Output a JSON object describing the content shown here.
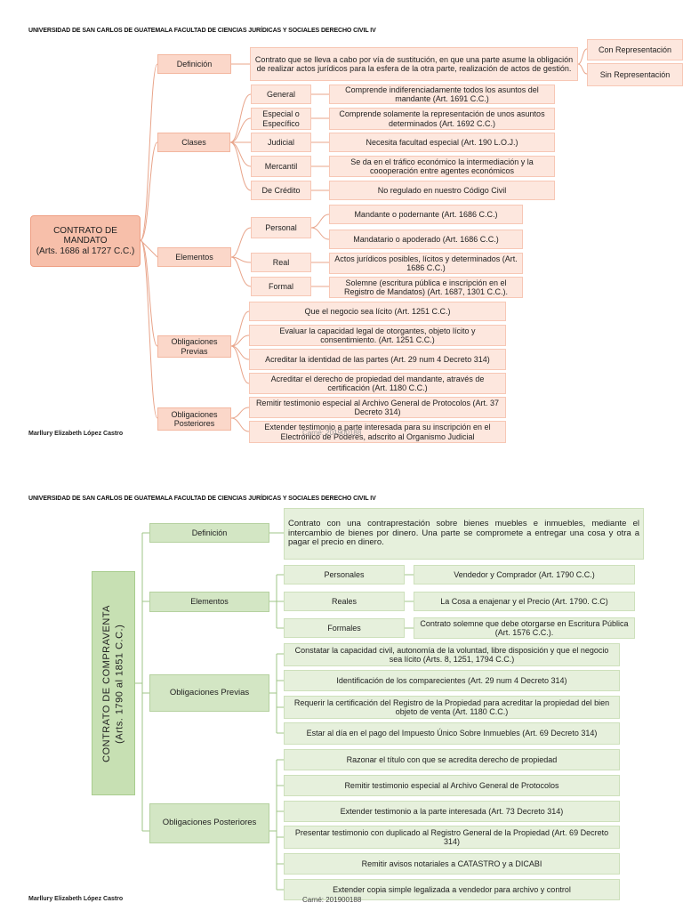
{
  "header_text": "UNIVERSIDAD DE SAN CARLOS DE GUATEMALA FACULTAD DE CIENCIAS JURÍDICAS Y SOCIALES DERECHO CIVIL IV",
  "author": "Marllury Elizabeth López Castro",
  "carne": "Carné: 201900188",
  "colors": {
    "salmon": "#fbd7c9",
    "salmon_line": "#e8a48a",
    "green": "#d3e6c4",
    "green_line": "#9fc487"
  },
  "mandato": {
    "root_title": "CONTRATO DE MANDATO",
    "root_subtitle": "(Arts. 1686 al 1727 C.C.)",
    "definicion": {
      "label": "Definición",
      "text": "Contrato que se lleva a cabo por vía de sustitución, en que una parte asume la obligación de realizar actos jurídicos para la esfera de la otra parte, realización de actos de gestión.",
      "tipos": [
        "Con Representación",
        "Sin Representación"
      ]
    },
    "clases": {
      "label": "Clases",
      "items": [
        {
          "name": "General",
          "desc": "Comprende indiferenciadamente todos los asuntos del mandante (Art. 1691 C.C.)"
        },
        {
          "name": "Especial o Específico",
          "desc": "Comprende solamente la representación de unos asuntos determinados (Art. 1692 C.C.)"
        },
        {
          "name": "Judicial",
          "desc": "Necesita facultad especial (Art. 190 L.O.J.)"
        },
        {
          "name": "Mercantil",
          "desc": "Se da en el tráfico económico la intermediación y la coooperación entre agentes económicos"
        },
        {
          "name": "De Crédito",
          "desc": "No regulado en nuestro Código Civil"
        }
      ]
    },
    "elementos": {
      "label": "Elementos",
      "personal": {
        "name": "Personal",
        "descs": [
          "Mandante o podernante (Art. 1686 C.C.)",
          "Mandatario o apoderado (Art. 1686 C.C.)"
        ]
      },
      "real": {
        "name": "Real",
        "desc": "Actos jurídicos posibles, lícitos y determinados (Art. 1686 C.C.)"
      },
      "formal": {
        "name": "Formal",
        "desc": "Solemne (escritura pública e inscripción en el Registro de Mandatos) (Art. 1687, 1301 C.C.)."
      }
    },
    "obligaciones_previas": {
      "label": "Obligaciones Previas",
      "items": [
        "Que el negocio sea lícito (Art. 1251 C.C.)",
        "Evaluar la capacidad legal de otorgantes, objeto lícito y consentimiento. (Art. 1251 C.C.)",
        "Acreditar la identidad de las partes (Art. 29 num 4 Decreto 314)",
        "Acreditar el derecho de propiedad del mandante, através de certificación (Art. 1180 C.C.)"
      ]
    },
    "obligaciones_posteriores": {
      "label": "Obligaciones Posteriores",
      "items": [
        "Remitir testimonio especial al Archivo General de Protocolos (Art. 37 Decreto 314)",
        "Extender testimonio a parte interesada para su inscripción en el Electrónico de Poderes, adscrito al Organismo Judicial"
      ]
    }
  },
  "compraventa": {
    "root_title": "CONTRATO DE COMPRAVENTA",
    "root_subtitle": "(Arts. 1790 al 1851 C.C.)",
    "definicion": {
      "label": "Definición",
      "text": "Contrato con una contraprestación sobre bienes muebles e inmuebles, mediante el intercambio de bienes por dinero. Una parte se compromete a entregar una cosa y otra a pagar el precio en dinero."
    },
    "elementos": {
      "label": "Elementos",
      "items": [
        {
          "name": "Personales",
          "desc": "Vendedor y Comprador (Art. 1790 C.C.)"
        },
        {
          "name": "Reales",
          "desc": "La Cosa a enajenar y el Precio (Art. 1790. C.C)"
        },
        {
          "name": "Formales",
          "desc": "Contrato solemne que debe otorgarse en Escritura Pública (Art. 1576 C.C.)."
        }
      ]
    },
    "obligaciones_previas": {
      "label": "Obligaciones Previas",
      "items": [
        "Constatar la capacidad civil, autonomía de la voluntad, libre disposición y que el negocio sea lícito (Arts. 8, 1251, 1794 C.C.)",
        "Identificación de los comparecientes (Art. 29 num 4 Decreto 314)",
        "Requerir la certificación del Registro de la Propiedad para acreditar la propiedad del bien objeto de venta (Art. 1180 C.C.)",
        "Estar al día en el pago del Impuesto Único Sobre Inmuebles (Art. 69 Decreto 314)"
      ]
    },
    "obligaciones_posteriores": {
      "label": "Obligaciones Posteriores",
      "items": [
        "Razonar el título con que se acredita derecho de propiedad",
        "Remitir testimonio especial al Archivo General de Protocolos",
        "Extender testimonio a la parte interesada (Art. 73 Decreto 314)",
        "Presentar testimonio con duplicado al Registro General de la Propiedad (Art. 69 Decreto 314)",
        "Remitir avisos notariales a CATASTRO y a DICABI",
        "Extender copia simple legalizada a vendedor para archivo y control"
      ]
    }
  }
}
